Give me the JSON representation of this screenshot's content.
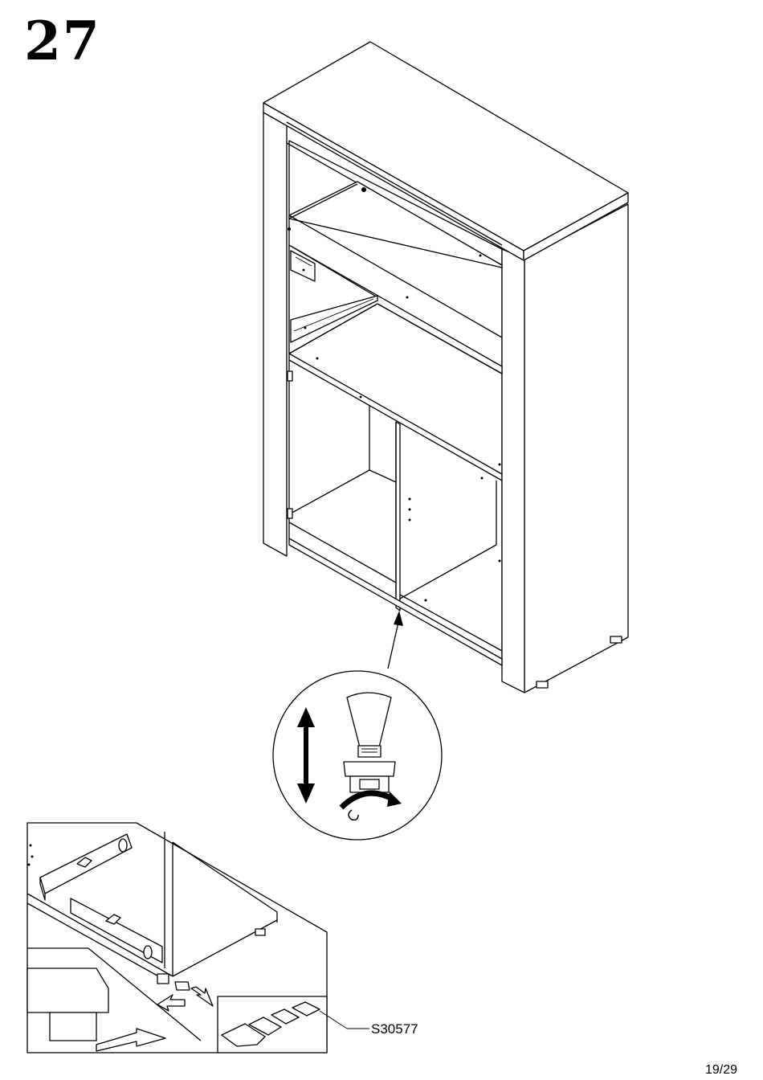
{
  "step": {
    "number": "27"
  },
  "parts": {
    "leveling_pad_code": "S30577"
  },
  "page": {
    "indicator": "19/29"
  }
}
